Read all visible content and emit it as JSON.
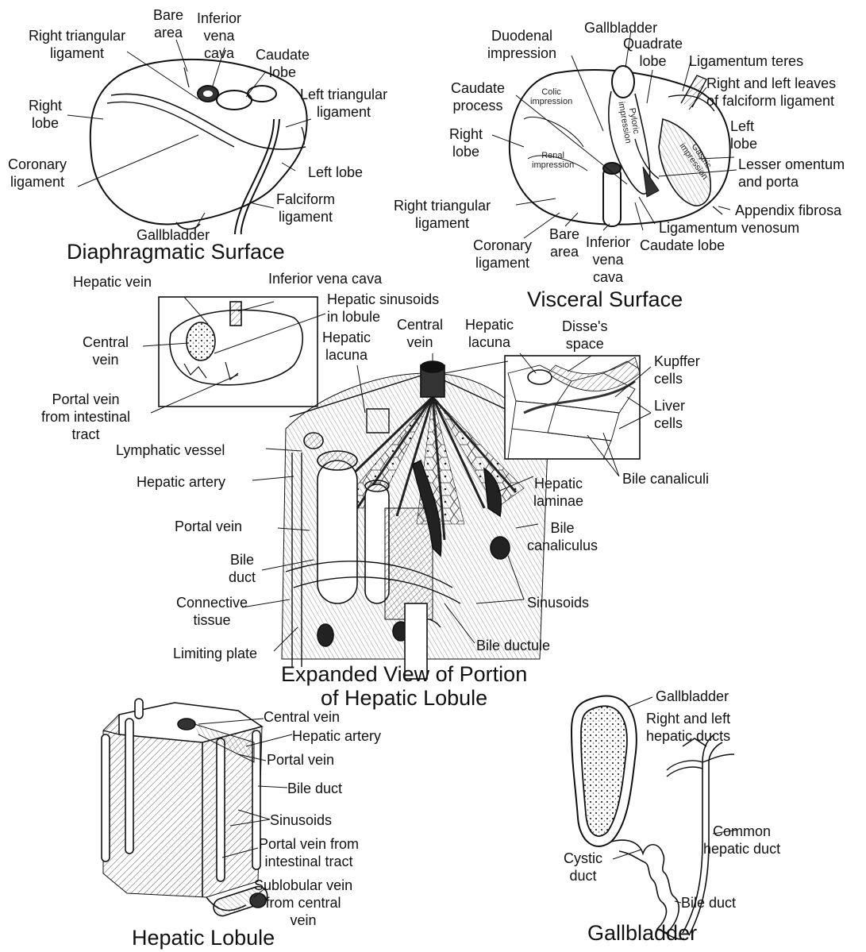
{
  "diaphragmatic": {
    "title": "Diaphragmatic Surface",
    "labels": {
      "bare_area": "Bare\narea",
      "inferior_vena_cava": "Inferior\nvena\ncava",
      "right_triangular_ligament": "Right triangular\nligament",
      "caudate_lobe": "Caudate\nlobe",
      "left_triangular_ligament": "Left triangular\nligament",
      "right_lobe": "Right\nlobe",
      "coronary_ligament": "Coronary\nligament",
      "left_lobe": "Left lobe",
      "falciform_ligament": "Falciform\nligament",
      "gallbladder": "Gallbladder"
    }
  },
  "visceral": {
    "title": "Visceral Surface",
    "labels": {
      "gallbladder": "Gallbladder",
      "duodenal_impression": "Duodenal\nimpression",
      "quadrate_lobe": "Quadrate\nlobe",
      "ligamentum_teres": "Ligamentum teres",
      "falciform_leaves": "Right and left leaves\nof falciform ligament",
      "caudate_process": "Caudate\nprocess",
      "right_lobe": "Right\nlobe",
      "left_lobe": "Left\nlobe",
      "lesser_omentum": "Lesser omentum\nand porta",
      "appendix_fibrosa": "Appendix fibrosa",
      "right_triangular_ligament": "Right  triangular\nligament",
      "ligamentum_venosum": "Ligamentum venosum",
      "coronary_ligament": "Coronary\nligament",
      "bare_area": "Bare\narea",
      "inferior_vena_cava": "Inferior\nvena\ncava",
      "caudate_lobe": "Caudate lobe",
      "colic_impression": "Colic\nimpression",
      "renal_impression": "Renal\nimpression",
      "pyloric_impression": "Pyloric\nimpression",
      "gastric_impression": "Gastric\nimpression"
    }
  },
  "lobule_view": {
    "title": "Expanded View of Portion\nof Hepatic Lobule",
    "labels": {
      "hepatic_vein": "Hepatic vein",
      "inferior_vena_cava": "Inferior vena cava",
      "hepatic_sinusoids": "Hepatic sinusoids\nin lobule",
      "central_vein_inset": "Central\nvein",
      "portal_vein_intestinal": "Portal vein\nfrom intestinal\ntract",
      "central_vein": "Central\nvein",
      "hepatic_lacuna_left": "Hepatic\nlacuna",
      "hepatic_lacuna_right": "Hepatic\nlacuna",
      "disses_space": "Disse's\nspace",
      "kupffer_cells": "Kupffer\ncells",
      "liver_cells": "Liver\ncells",
      "lymphatic_vessel": "Lymphatic vessel",
      "hepatic_artery": "Hepatic artery",
      "hepatic_laminae": "Hepatic\nlaminae",
      "bile_canaliculi": "Bile canaliculi",
      "portal_vein": "Portal vein",
      "bile_canaliculus": "Bile\ncanaliculus",
      "bile_duct": "Bile\nduct",
      "connective_tissue": "Connective\ntissue",
      "sinusoids": "Sinusoids",
      "limiting_plate": "Limiting plate",
      "bile_ductule": "Bile ductule"
    }
  },
  "hepatic_lobule": {
    "title": "Hepatic Lobule",
    "labels": {
      "central_vein": "Central vein",
      "hepatic_artery": "Hepatic artery",
      "portal_vein": "Portal vein",
      "bile_duct": "Bile duct",
      "sinusoids": "Sinusoids",
      "portal_vein_intestinal": "Portal vein from\nintestinal tract",
      "sublobular_vein": "Sublobular vein\nfrom central\nvein"
    }
  },
  "gallbladder_panel": {
    "title": "Gallbladder",
    "labels": {
      "gallbladder": "Gallbladder",
      "hepatic_ducts": "Right and left\nhepatic ducts",
      "common_hepatic_duct": "Common\nhepatic duct",
      "cystic_duct": "Cystic\nduct",
      "bile_duct": "Bile duct"
    }
  },
  "colors": {
    "ink": "#111111",
    "shade": "#555555",
    "dark_fill": "#2a2a2a",
    "paper": "#ffffff"
  }
}
